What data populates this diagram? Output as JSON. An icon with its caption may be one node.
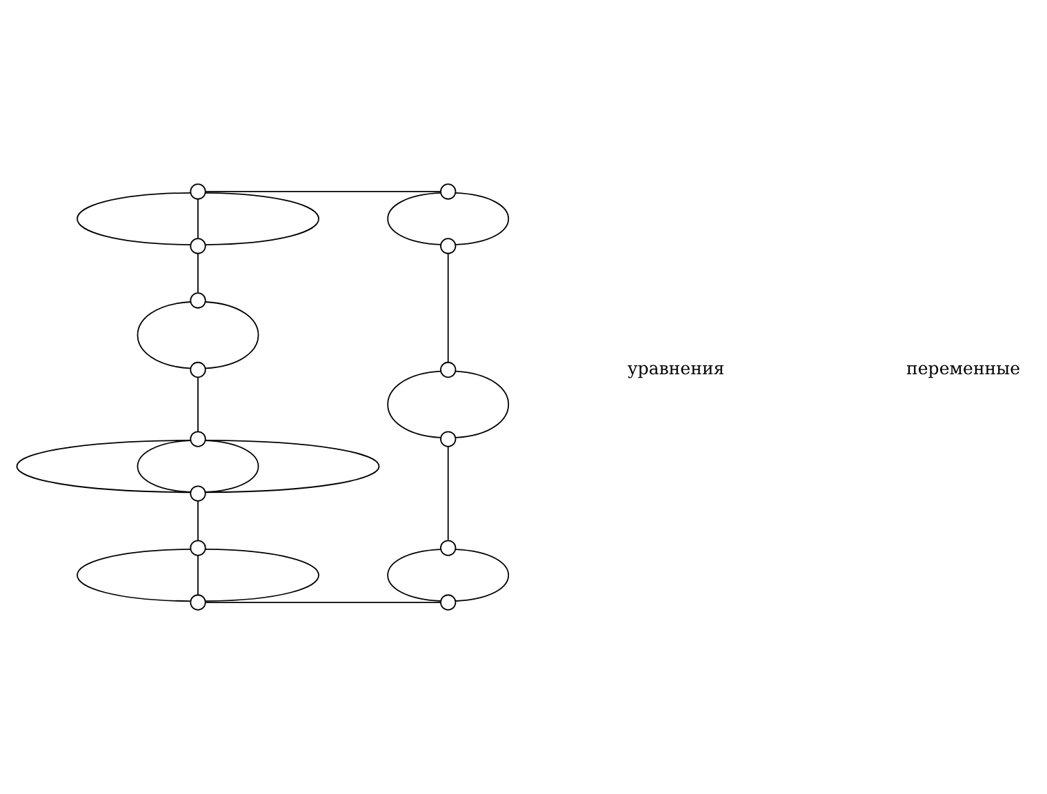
{
  "diagram": {
    "nodes": [
      {
        "text": [],
        "shape": "circle"
      },
      {
        "text": [],
        "shape": "circle"
      },
      {
        "text": [],
        "shape": "circle"
      },
      {
        "text": [],
        "shape": "circle"
      },
      {
        "text": [],
        "shape": "circle"
      },
      {
        "text": [],
        "shape": "circle"
      },
      {
        "text": [],
        "shape": "circle"
      },
      {
        "text": [],
        "shape": "circle"
      },
      {
        "text": [],
        "shape": "circle"
      },
      {
        "text": [],
        "shape": "circle"
      },
      {
        "text": [],
        "shape": "circle"
      },
      {
        "text": [],
        "shape": "circle"
      },
      {
        "text": [],
        "shape": "circle"
      },
      {
        "text": [],
        "shape": "circle"
      }
    ],
    "edges": [
      {
        "from": 0,
        "to": 8,
        "arrow": "none"
      },
      {
        "from": 0,
        "to": 1,
        "arrow": "none"
      },
      {
        "from": 0,
        "to": 1,
        "arrow": "none"
      },
      {
        "from": 0,
        "to": 1,
        "arrow": "none"
      },
      {
        "from": 1,
        "to": 2,
        "arrow": "none"
      },
      {
        "from": 2,
        "to": 3,
        "arrow": "none"
      },
      {
        "from": 2,
        "to": 3,
        "arrow": "none"
      },
      {
        "from": 3,
        "to": 4,
        "arrow": "none"
      },
      {
        "from": 4,
        "to": 5,
        "arrow": "none"
      },
      {
        "from": 4,
        "to": 5,
        "arrow": "none"
      },
      {
        "from": 4,
        "to": 5,
        "arrow": "none"
      },
      {
        "from": 4,
        "to": 5,
        "arrow": "none"
      },
      {
        "from": 5,
        "to": 6,
        "arrow": "none"
      },
      {
        "from": 6,
        "to": 7,
        "arrow": "none"
      },
      {
        "from": 6,
        "to": 7,
        "arrow": "none"
      },
      {
        "from": 6,
        "to": 7,
        "arrow": "none"
      },
      {
        "from": 8,
        "to": 9,
        "arrow": "none"
      },
      {
        "from": 8,
        "to": 9,
        "arrow": "none"
      },
      {
        "from": 9,
        "to": 10,
        "arrow": "none"
      },
      {
        "from": 10,
        "to": 11,
        "arrow": "none"
      },
      {
        "from": 10,
        "to": 11,
        "arrow": "none"
      },
      {
        "from": 11,
        "to": 12,
        "arrow": "none"
      },
      {
        "from": 12,
        "to": 13,
        "arrow": "none"
      },
      {
        "from": 12,
        "to": 13,
        "arrow": "none"
      },
      {
        "from": 7,
        "to": 13,
        "arrow": "none"
      }
    ],
    "labels": [
      "уравнения",
      "переменные"
    ]
  }
}
